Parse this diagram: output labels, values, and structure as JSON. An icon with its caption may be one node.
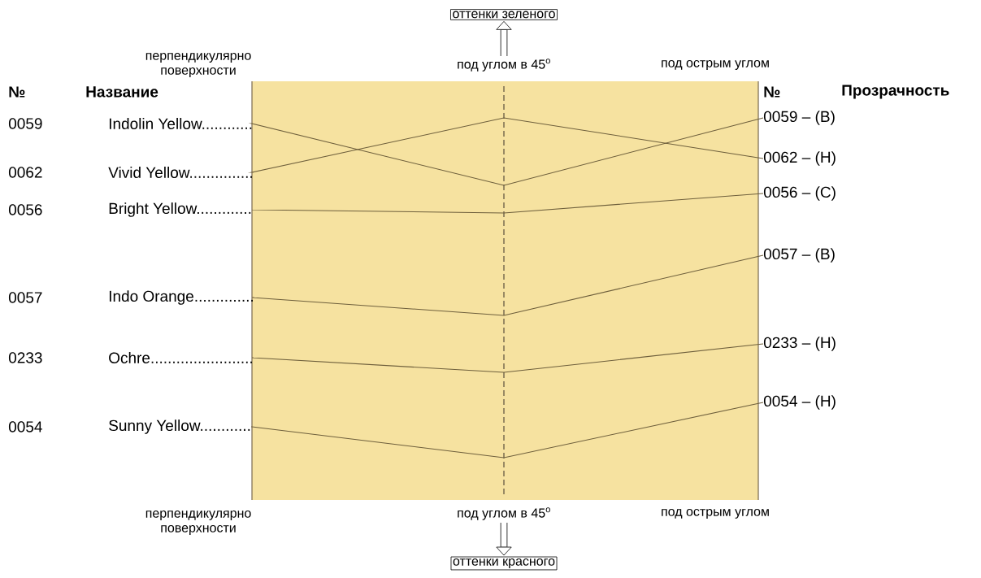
{
  "diagram": {
    "nodes": [
      {
        "text": [
          "оттенки зеленого"
        ]
      },
      {
        "text": [
          "под углом в 45$^{o}$"
        ]
      },
      {
        "text": [
          "под углом в 45$^{o}$"
        ]
      },
      {
        "text": [
          "оттенки красного"
        ]
      },
      {
        "text": [
          "Indolin Yellow............"
        ]
      },
      {
        "text": [
          "Vivid Yellow..............."
        ]
      },
      {
        "text": [
          "Bright Yellow............."
        ]
      },
      {
        "text": [
          "Indo Orange.............."
        ]
      },
      {
        "text": [
          "Ochre........................"
        ]
      },
      {
        "text": [
          "Sunny Yellow............"
        ]
      },
      {
        "text": [
          "0059 – (В)"
        ]
      },
      {
        "text": [
          "0062 – (Н)"
        ]
      },
      {
        "text": [
          "0056 – (С)"
        ]
      },
      {
        "text": [
          "0057 – (В)"
        ]
      },
      {
        "text": [
          "0233 – (Н)"
        ]
      },
      {
        "text": [
          "0054 – (Н)"
        ]
      }
    ],
    "edges": [
      {
        "from": 1,
        "to": 0,
        "arrow": "to",
        "style": "thick",
        "color": "#000000"
      },
      {
        "from": 2,
        "to": 3,
        "arrow": "to",
        "style": "thick",
        "color": "#000000"
      },
      {
        "from": 4,
        "to": 10,
        "arrow": "none"
      },
      {
        "from": 5,
        "to": 11,
        "arrow": "none"
      },
      {
        "from": 6,
        "to": 12,
        "arrow": "none"
      },
      {
        "from": 7,
        "to": 13,
        "arrow": "none"
      },
      {
        "from": 8,
        "to": 14,
        "arrow": "none"
      },
      {
        "from": 9,
        "to": 15,
        "arrow": "none"
      }
    ],
    "labels": [
      "перпендикулярно поверхности",
      "под острым углом",
      "№",
      "Название",
      "№",
      "Прозрачность",
      "0059",
      "0062",
      "0056",
      "0057",
      "0233",
      "0054",
      "перпендикулярно поверхности",
      "под острым углом"
    ]
  }
}
